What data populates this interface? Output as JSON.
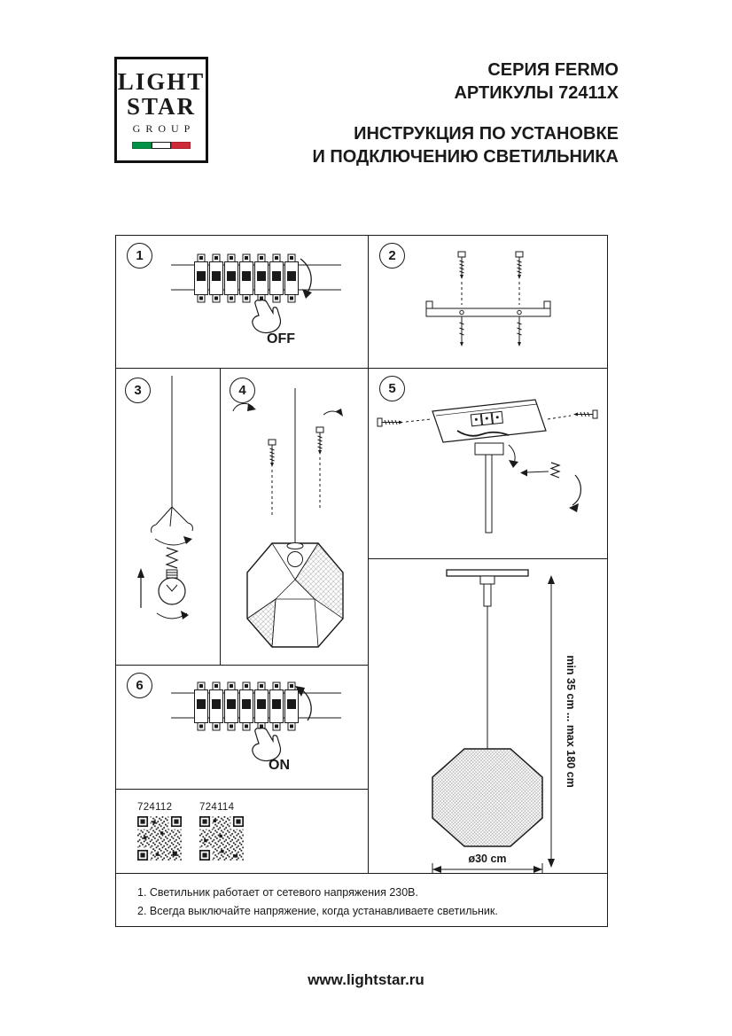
{
  "logo": {
    "line1": "LIGHT",
    "line2": "STAR",
    "line3": "GROUP"
  },
  "header": {
    "series": "СЕРИЯ FERMO",
    "articles": "АРТИКУЛЫ 72411X",
    "instruction_line1": "ИНСТРУКЦИЯ ПО УСТАНОВКЕ",
    "instruction_line2": "И ПОДКЛЮЧЕНИЮ СВЕТИЛЬНИКА"
  },
  "steps": [
    {
      "number": "1",
      "label": "OFF"
    },
    {
      "number": "2"
    },
    {
      "number": "3"
    },
    {
      "number": "4"
    },
    {
      "number": "5"
    },
    {
      "number": "6",
      "label": "ON"
    }
  ],
  "lamp": {
    "height_range": "min 35 cm ... max 180 cm",
    "diameter": "ø30 cm"
  },
  "qr": [
    {
      "code": "724112"
    },
    {
      "code": "724114"
    }
  ],
  "notes": [
    "1. Светильник работает от сетевого напряжения 230В.",
    "2. Всегда выключайте напряжение, когда устанавливаете светильник."
  ],
  "footer": {
    "url": "www.lightstar.ru"
  },
  "colors": {
    "ink": "#1a1a1a",
    "flag_green": "#009246",
    "flag_red": "#ce2b37"
  }
}
